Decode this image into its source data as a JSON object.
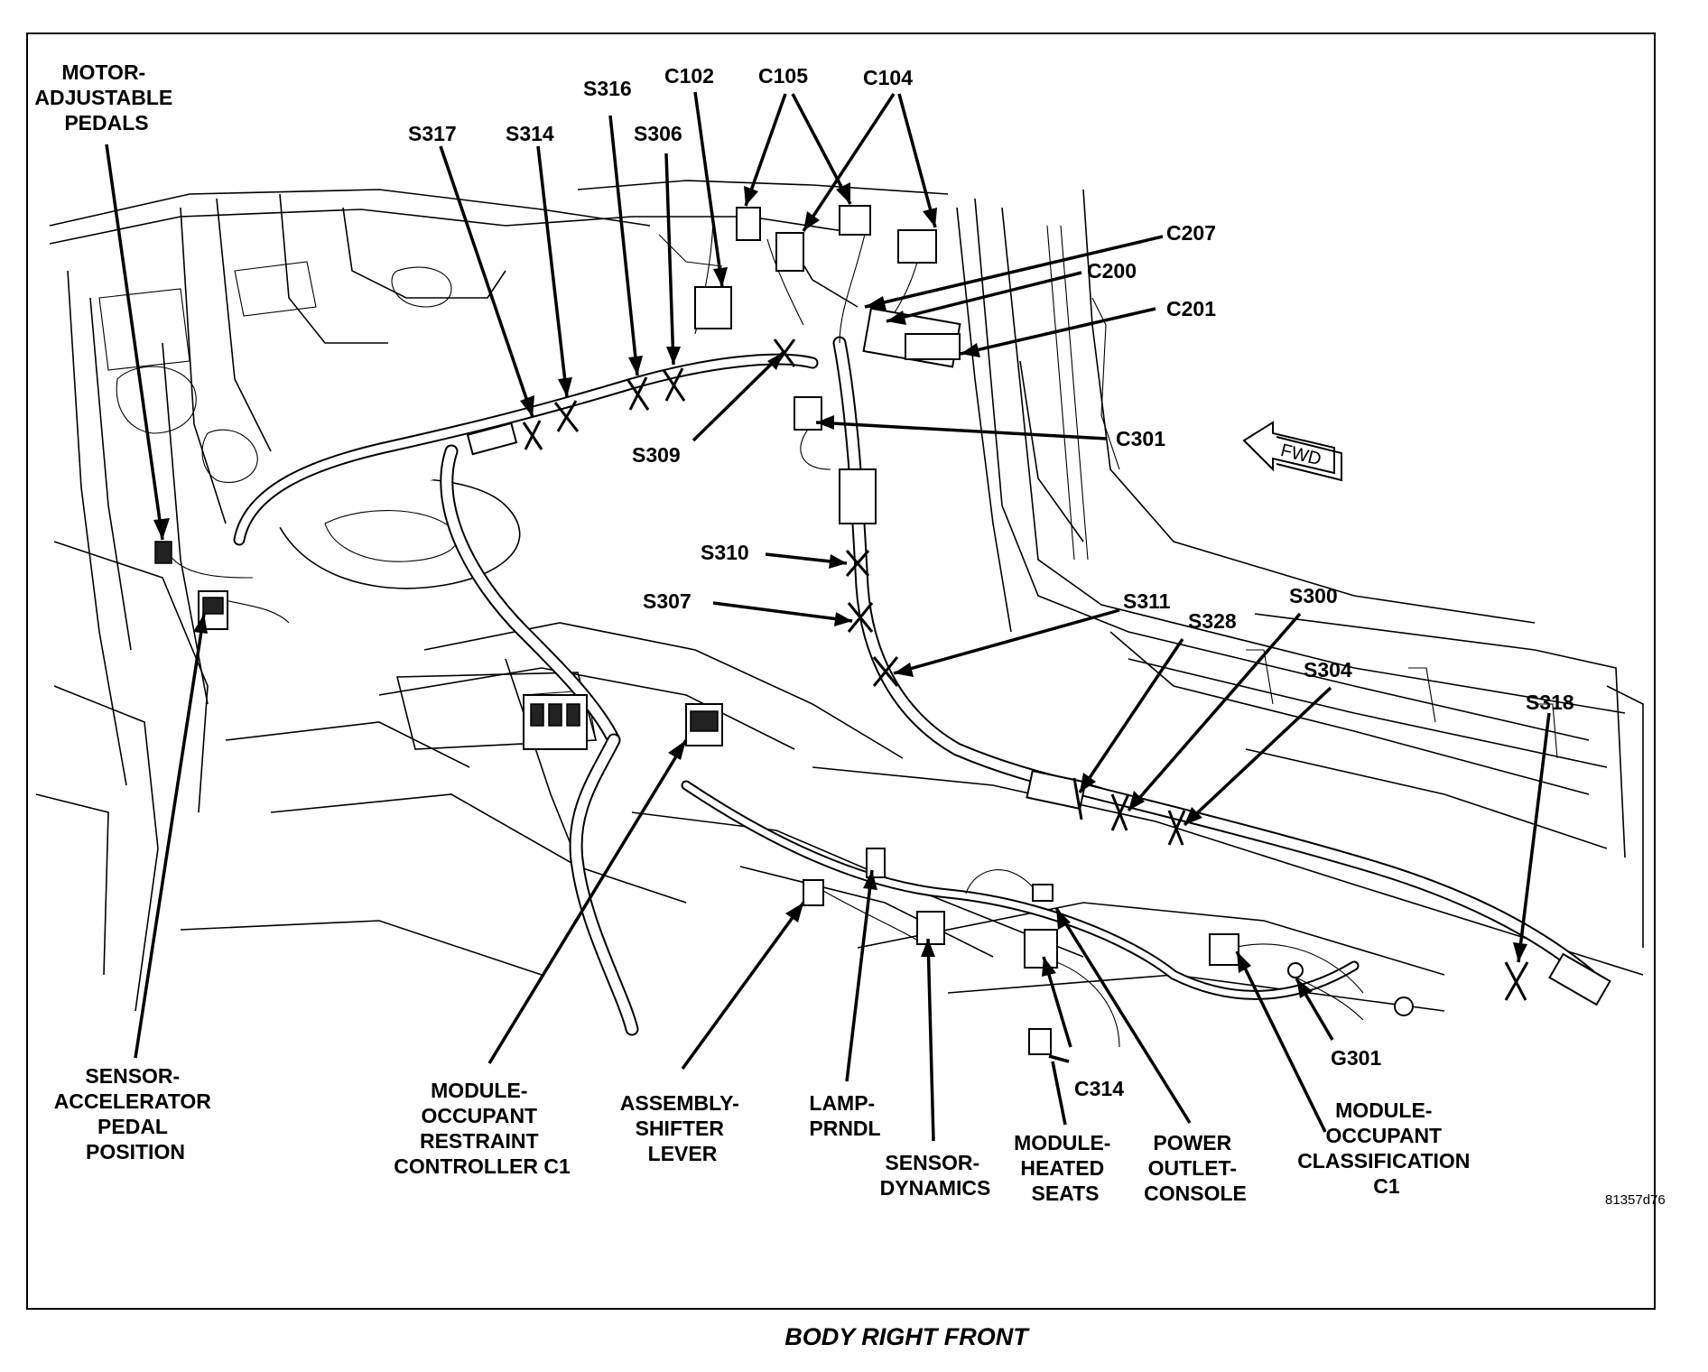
{
  "caption": "BODY RIGHT FRONT",
  "figure_code": "81357d76",
  "direction_badge": "FWD",
  "labels": {
    "motor_pedals": [
      "MOTOR-",
      "ADJUSTABLE",
      "PEDALS"
    ],
    "s317": "S317",
    "s314": "S314",
    "s316": "S316",
    "s306": "S306",
    "c102": "C102",
    "c105": "C105",
    "c104": "C104",
    "c207": "C207",
    "c200": "C200",
    "c201": "C201",
    "c301": "C301",
    "s309": "S309",
    "s310": "S310",
    "s307": "S307",
    "s311": "S311",
    "s328": "S328",
    "s300": "S300",
    "s304": "S304",
    "s318": "S318",
    "g301": "G301",
    "c314": "C314",
    "sensor_pedal": [
      "SENSOR-",
      "ACCELERATOR",
      "PEDAL",
      "POSITION"
    ],
    "module_orc": [
      "MODULE-",
      "OCCUPANT",
      "RESTRAINT",
      "CONTROLLER C1"
    ],
    "shifter": [
      "ASSEMBLY-",
      "SHIFTER",
      "LEVER"
    ],
    "lamp_prndl": [
      "LAMP-",
      "PRNDL"
    ],
    "sensor_dynamics": [
      "SENSOR-",
      "DYNAMICS"
    ],
    "heated_seats": [
      "MODULE-",
      "HEATED",
      "SEATS"
    ],
    "power_outlet": [
      "POWER",
      "OUTLET-",
      "CONSOLE"
    ],
    "occupant_class": [
      "MODULE-",
      "OCCUPANT",
      "CLASSIFICATION",
      "C1"
    ]
  }
}
